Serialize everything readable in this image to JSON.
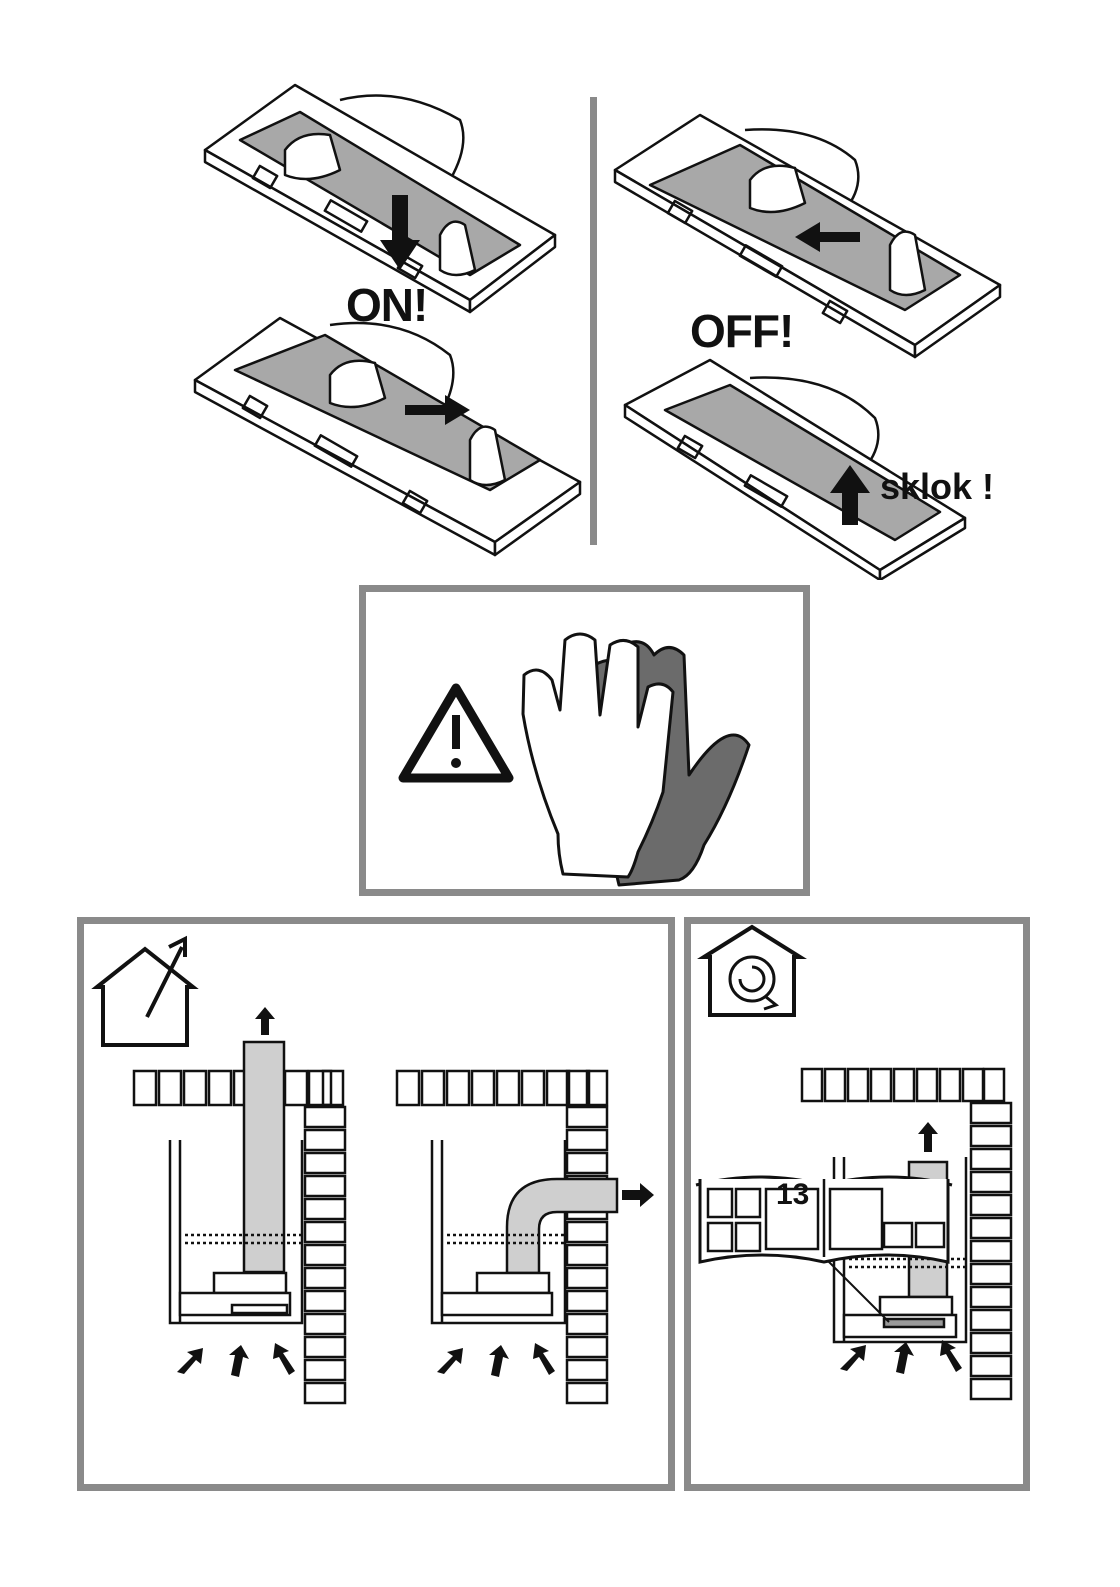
{
  "labels": {
    "on": "ON!",
    "off": "OFF!",
    "sklok": "sklok !",
    "page_number": "13"
  },
  "icons": {
    "warning": "warning-triangle-icon",
    "gloves": "protective-gloves-icon",
    "ducted": "house-vent-outside-icon",
    "recirculating": "house-recirculation-icon"
  },
  "colors": {
    "frame": "#8a8a8a",
    "ink": "#111111",
    "filter_grey": "#9a9a9a",
    "glove_dark": "#6b6b6b"
  }
}
